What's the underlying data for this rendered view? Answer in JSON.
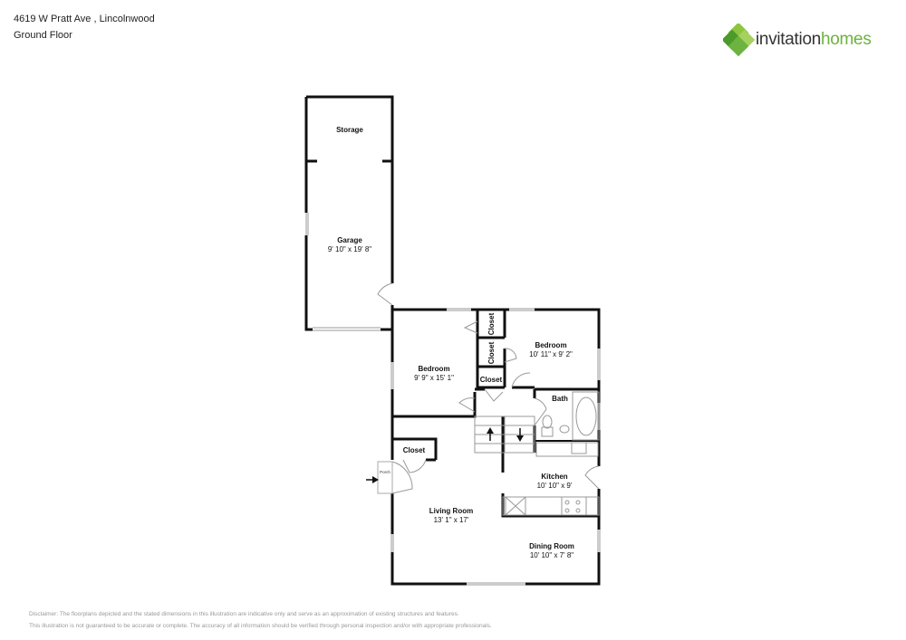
{
  "header": {
    "address": "4619 W Pratt Ave , Lincolnwood",
    "floor": "Ground Floor"
  },
  "logo": {
    "word1": "invitation",
    "word2": "homes",
    "colors": {
      "dark": "#333333",
      "green": "#6cb33f"
    }
  },
  "rooms": {
    "storage": {
      "name": "Storage"
    },
    "garage": {
      "name": "Garage",
      "dims": "9' 10\" x 19' 8\""
    },
    "bedroom1": {
      "name": "Bedroom",
      "dims": "9' 9\" x 15' 1\""
    },
    "bedroom2": {
      "name": "Bedroom",
      "dims": "10' 11\" x 9' 2\""
    },
    "closet_a": {
      "name": "Closet"
    },
    "closet_b": {
      "name": "Closet"
    },
    "closet_c": {
      "name": "Closet"
    },
    "closet_d": {
      "name": "Closet"
    },
    "bath": {
      "name": "Bath"
    },
    "kitchen": {
      "name": "Kitchen",
      "dims": "10' 10\" x 9'"
    },
    "living": {
      "name": "Living Room",
      "dims": "13' 1\" x 17'"
    },
    "dining": {
      "name": "Dining Room",
      "dims": "10' 10\" x 7' 8\""
    },
    "porch": {
      "name": "Porch"
    }
  },
  "disclaimer": {
    "line1": "Disclaimer: The floorplans depicted and the stated dimensions in this illustration are indicative only and serve as an approximation of existing structures and features.",
    "line2": "This illustration is not guaranteed to be accurate or complete. The accuracy of all information should be verified through personal inspection and/or with appropriate professionals."
  }
}
